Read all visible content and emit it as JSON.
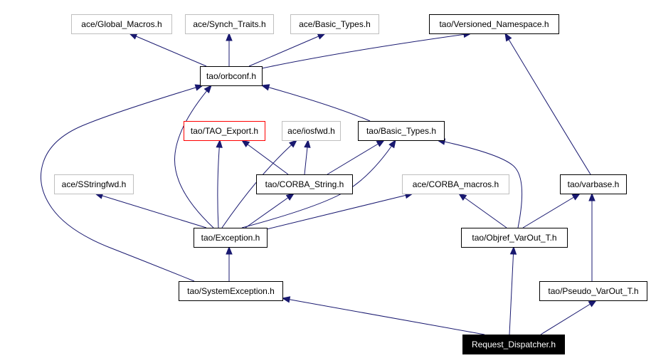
{
  "diagram": {
    "type": "include-dependency-graph",
    "colors": {
      "edge": "#191970",
      "border_default": "#000000",
      "border_external": "#bfbfbf",
      "border_export": "#ff0000",
      "root_fill": "#000000",
      "root_text": "#ffffff",
      "text_default": "#000000"
    },
    "nodes": [
      {
        "id": "global_macros",
        "label": "ace/Global_Macros.h",
        "style": "external"
      },
      {
        "id": "synch_traits",
        "label": "ace/Synch_Traits.h",
        "style": "external"
      },
      {
        "id": "ace_basic_types",
        "label": "ace/Basic_Types.h",
        "style": "external"
      },
      {
        "id": "versioned_ns",
        "label": "tao/Versioned_Namespace.h",
        "style": "default"
      },
      {
        "id": "orbconf",
        "label": "tao/orbconf.h",
        "style": "default"
      },
      {
        "id": "tao_export",
        "label": "tao/TAO_Export.h",
        "style": "export"
      },
      {
        "id": "iosfwd",
        "label": "ace/iosfwd.h",
        "style": "external"
      },
      {
        "id": "tao_basic_types",
        "label": "tao/Basic_Types.h",
        "style": "default"
      },
      {
        "id": "sstringfwd",
        "label": "ace/SStringfwd.h",
        "style": "external"
      },
      {
        "id": "corba_string",
        "label": "tao/CORBA_String.h",
        "style": "default"
      },
      {
        "id": "corba_macros",
        "label": "ace/CORBA_macros.h",
        "style": "external"
      },
      {
        "id": "varbase",
        "label": "tao/varbase.h",
        "style": "default"
      },
      {
        "id": "exception",
        "label": "tao/Exception.h",
        "style": "default"
      },
      {
        "id": "objref_varout",
        "label": "tao/Objref_VarOut_T.h",
        "style": "default"
      },
      {
        "id": "system_exception",
        "label": "tao/SystemException.h",
        "style": "default"
      },
      {
        "id": "pseudo_varout",
        "label": "tao/Pseudo_VarOut_T.h",
        "style": "default"
      },
      {
        "id": "request_dispatcher",
        "label": "Request_Dispatcher.h",
        "style": "root"
      }
    ],
    "edges": [
      {
        "from": "orbconf",
        "to": "global_macros"
      },
      {
        "from": "orbconf",
        "to": "synch_traits"
      },
      {
        "from": "orbconf",
        "to": "ace_basic_types"
      },
      {
        "from": "orbconf",
        "to": "versioned_ns"
      },
      {
        "from": "tao_basic_types",
        "to": "orbconf"
      },
      {
        "from": "varbase",
        "to": "versioned_ns"
      },
      {
        "from": "exception",
        "to": "orbconf"
      },
      {
        "from": "exception",
        "to": "tao_export"
      },
      {
        "from": "exception",
        "to": "iosfwd"
      },
      {
        "from": "exception",
        "to": "tao_basic_types"
      },
      {
        "from": "exception",
        "to": "sstringfwd"
      },
      {
        "from": "exception",
        "to": "corba_string"
      },
      {
        "from": "exception",
        "to": "corba_macros"
      },
      {
        "from": "corba_string",
        "to": "tao_export"
      },
      {
        "from": "corba_string",
        "to": "iosfwd"
      },
      {
        "from": "corba_string",
        "to": "tao_basic_types"
      },
      {
        "from": "objref_varout",
        "to": "tao_basic_types"
      },
      {
        "from": "objref_varout",
        "to": "corba_macros"
      },
      {
        "from": "objref_varout",
        "to": "varbase"
      },
      {
        "from": "system_exception",
        "to": "orbconf"
      },
      {
        "from": "system_exception",
        "to": "exception"
      },
      {
        "from": "pseudo_varout",
        "to": "varbase"
      },
      {
        "from": "request_dispatcher",
        "to": "system_exception"
      },
      {
        "from": "request_dispatcher",
        "to": "objref_varout"
      },
      {
        "from": "request_dispatcher",
        "to": "pseudo_varout"
      }
    ]
  }
}
